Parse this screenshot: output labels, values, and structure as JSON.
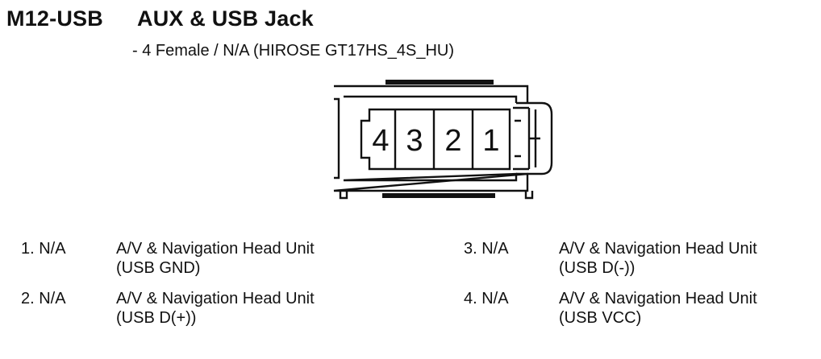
{
  "header": {
    "code": "M12-USB",
    "name": "AUX & USB Jack",
    "subtitle": "- 4 Female / N/A (HIROSE GT17HS_4S_HU)"
  },
  "connector": {
    "cavities": [
      "4",
      "3",
      "2",
      "1"
    ]
  },
  "pins": [
    {
      "num": "1. N/A",
      "line1": "A/V & Navigation Head Unit",
      "line2": "(USB GND)"
    },
    {
      "num": "2. N/A",
      "line1": "A/V & Navigation Head Unit",
      "line2": "(USB D(+))"
    },
    {
      "num": "3. N/A",
      "line1": "A/V & Navigation Head Unit",
      "line2": "(USB D(-))"
    },
    {
      "num": "4. N/A",
      "line1": "A/V & Navigation Head Unit",
      "line2": "(USB VCC)"
    }
  ]
}
